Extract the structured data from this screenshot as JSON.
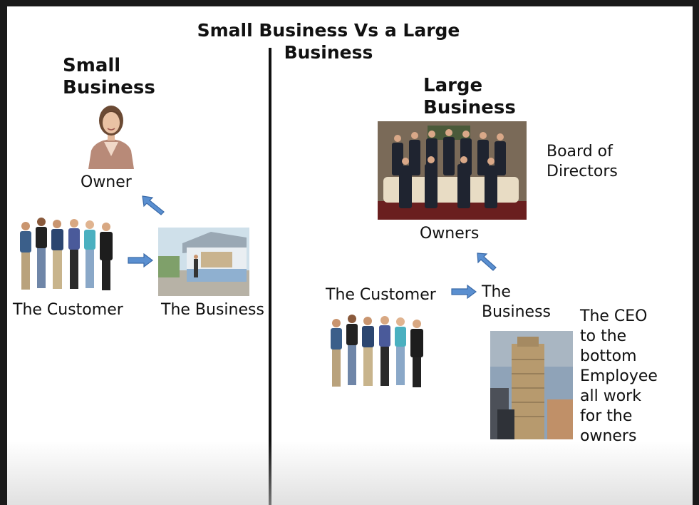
{
  "title": "Small Business Vs a Large Business",
  "left": {
    "heading_line1": "Small",
    "heading_line2": "Business",
    "owner_label": "Owner",
    "customer_label": "The Customer",
    "business_label": "The Business"
  },
  "right": {
    "heading_line1": "Large",
    "heading_line2": "Business",
    "board_line1": "Board of",
    "board_line2": "Directors",
    "owners_label": "Owners",
    "customer_label": "The Customer",
    "business_line1": "The",
    "business_line2": "Business",
    "ceo_lines": [
      "The CEO",
      "to the",
      "bottom",
      "Employee",
      "all work",
      "for the",
      "owners"
    ]
  },
  "colors": {
    "arrow_fill": "#5a8fd0",
    "arrow_stroke": "#3a6aa8",
    "text": "#111111",
    "background": "#ffffff"
  }
}
